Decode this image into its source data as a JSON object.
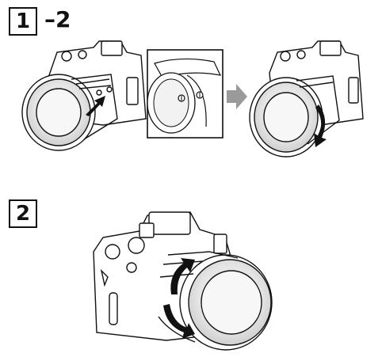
{
  "steps": [
    {
      "number": "1",
      "suffix": "–2"
    },
    {
      "number": "2",
      "suffix": ""
    }
  ],
  "colors": {
    "outline": "#111111",
    "arrow_gray": "#9a9a9a",
    "arrow_black": "#111111",
    "lens_gray": "#bdbdbd"
  },
  "icons": {
    "mount_arrow": "arrow-right-icon",
    "rotate_arrow": "rotate-arrow-icon"
  }
}
